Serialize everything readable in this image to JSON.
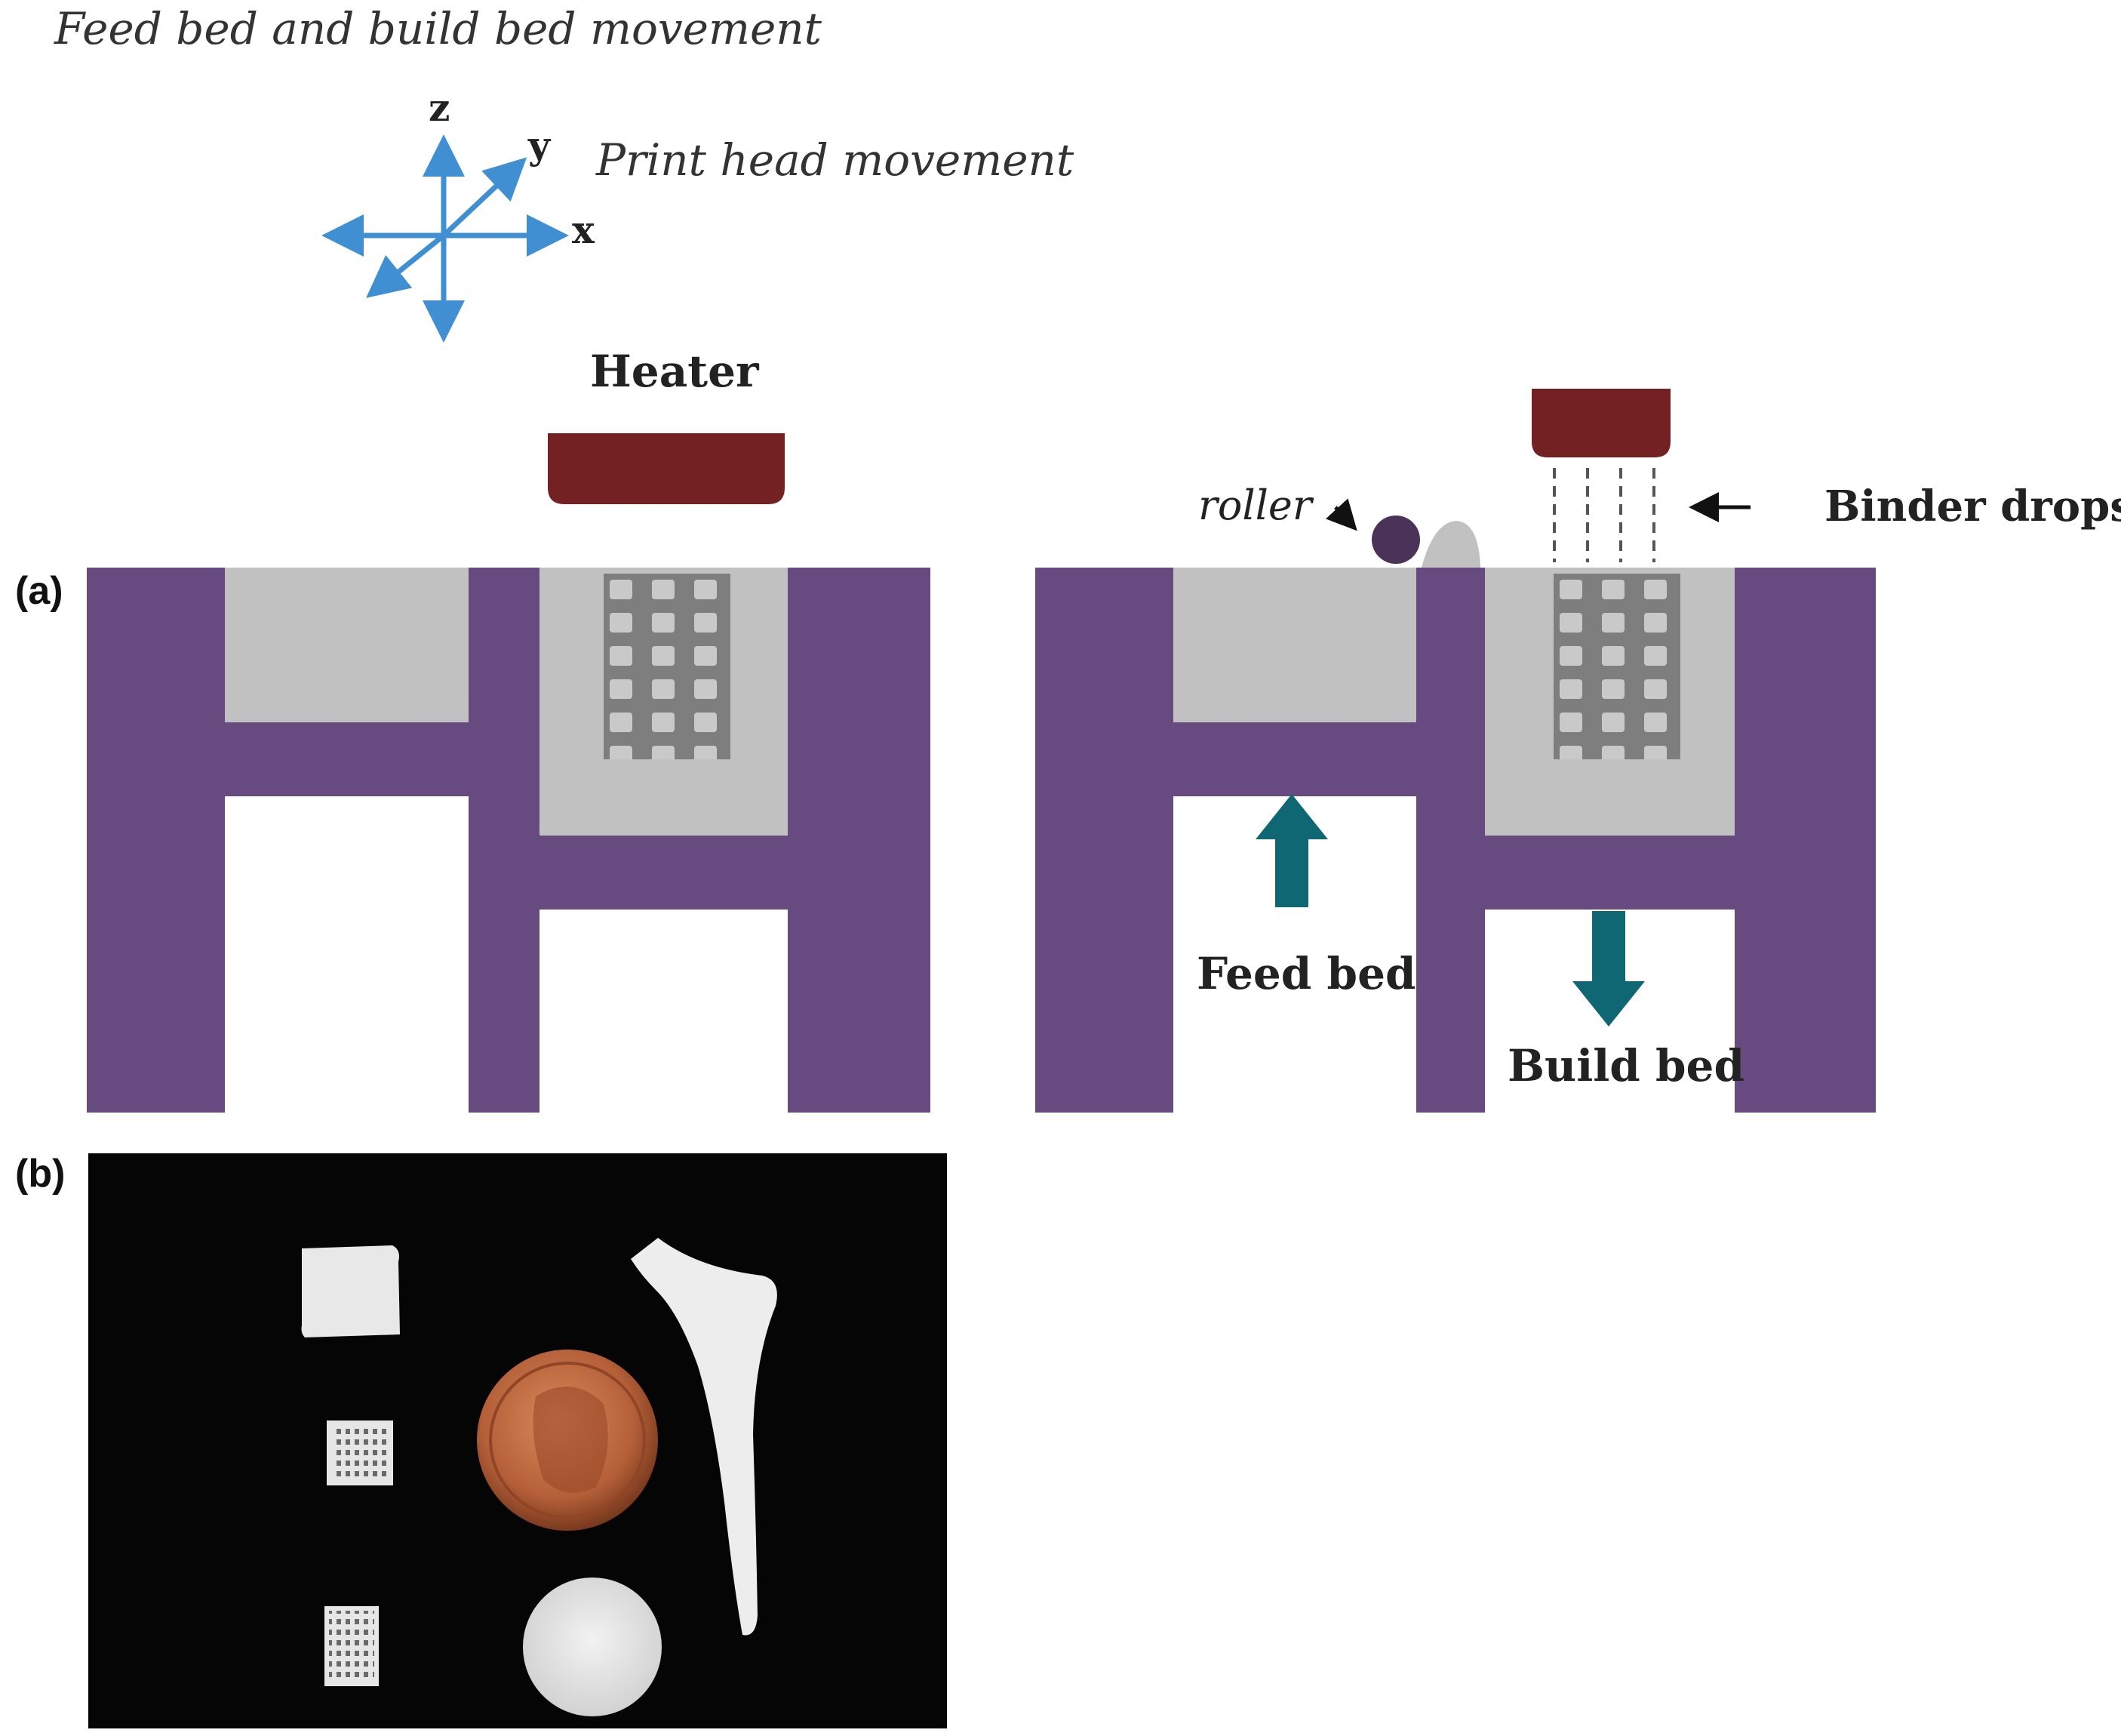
{
  "labels": {
    "bed_movement": "Feed bed and build bed movement",
    "print_head_movement": "Print head movement",
    "axis_z": "z",
    "axis_y": "y",
    "axis_x": "x",
    "heater": "Heater",
    "roller": "roller",
    "binder_drops": "Binder drops",
    "feed_bed": "Feed bed",
    "build_bed": "Build bed",
    "panel_a": "(a)",
    "panel_b": "(b)"
  },
  "colors": {
    "machine": "#664a80",
    "powder": "#c1c1c1",
    "lattice": "#7e7e7e",
    "lattice_cell": "#c9c9c9",
    "heater": "#732122",
    "roller": "#4a3259",
    "bed_arrow": "#0e6772",
    "axis_arrow": "#3f8fd2",
    "photo_background": "#050505",
    "coin": "#b45f38"
  }
}
